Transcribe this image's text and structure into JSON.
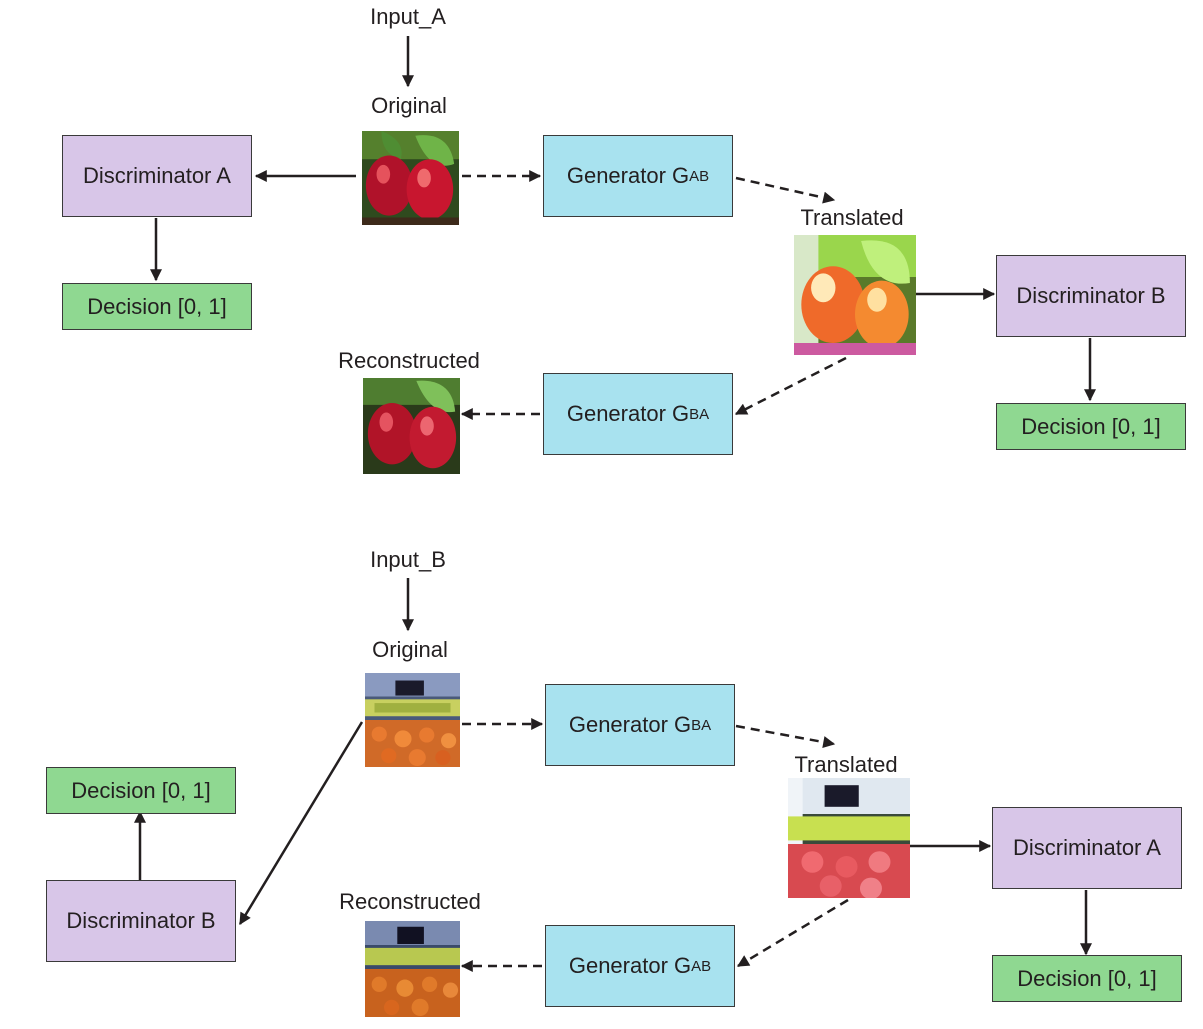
{
  "top": {
    "input_label": "Input_A",
    "original_label": "Original",
    "translated_label": "Translated",
    "reconstructed_label": "Reconstructed",
    "disc_left": "Discriminator A",
    "disc_right": "Discriminator B",
    "decision_left": "Decision [0, 1]",
    "decision_right": "Decision [0, 1]",
    "gen_forward": {
      "text": "Generator G",
      "sub": "AB"
    },
    "gen_backward": {
      "text": "Generator G",
      "sub": "BA"
    }
  },
  "bottom": {
    "input_label": "Input_B",
    "original_label": "Original",
    "translated_label": "Translated",
    "reconstructed_label": "Reconstructed",
    "disc_left": "Discriminator B",
    "disc_right": "Discriminator A",
    "decision_left": "Decision [0, 1]",
    "decision_right": "Decision [0, 1]",
    "gen_forward": {
      "text": "Generator G",
      "sub": "BA"
    },
    "gen_backward": {
      "text": "Generator G",
      "sub": "AB"
    }
  }
}
